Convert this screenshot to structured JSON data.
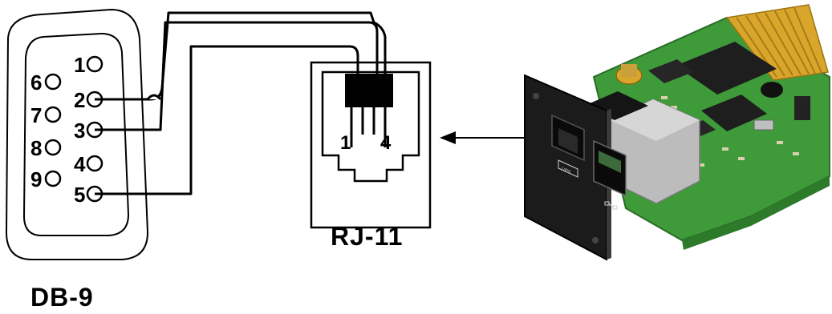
{
  "db9": {
    "label": "DB-9",
    "pins": [
      "1",
      "2",
      "3",
      "4",
      "5",
      "6",
      "7",
      "8",
      "9"
    ]
  },
  "rj11": {
    "label": "RJ-11",
    "first_contact": "1",
    "last_contact": "4"
  },
  "card": {
    "port_marking": "UPS"
  },
  "colors": {
    "line": "#000000",
    "pcb_green": "#3f9a3a",
    "faceplate": "#1b1b1b",
    "gold": "#d9a62b"
  }
}
